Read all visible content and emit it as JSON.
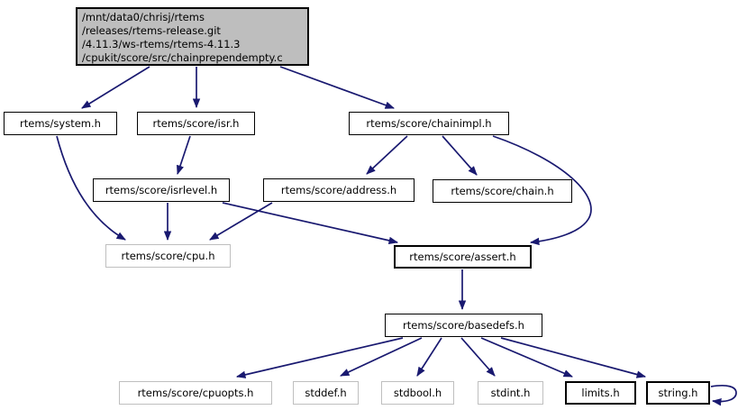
{
  "diagram": {
    "type": "include-dependency-graph",
    "colors": {
      "background": "#ffffff",
      "edge": "#191970",
      "node_border": "#000000",
      "muted_border": "#bfbfbf",
      "node_fill": "#ffffff",
      "current_fill": "#bebebe",
      "text": "#000000"
    },
    "nodes": {
      "main": {
        "label": "/mnt/data0/chrisj/rtems\n/releases/rtems-release.git\n/4.11.3/ws-rtems/rtems-4.11.3\n/cpukit/score/src/chainprependempty.c",
        "style": "current"
      },
      "system": {
        "label": "rtems/system.h",
        "style": "linked"
      },
      "isr": {
        "label": "rtems/score/isr.h",
        "style": "linked"
      },
      "chainimpl": {
        "label": "rtems/score/chainimpl.h",
        "style": "linked"
      },
      "isrlevel": {
        "label": "rtems/score/isrlevel.h",
        "style": "linked"
      },
      "address": {
        "label": "rtems/score/address.h",
        "style": "linked"
      },
      "chain": {
        "label": "rtems/score/chain.h",
        "style": "linked"
      },
      "cpu": {
        "label": "rtems/score/cpu.h",
        "style": "muted"
      },
      "assert": {
        "label": "rtems/score/assert.h",
        "style": "linked"
      },
      "basedefs": {
        "label": "rtems/score/basedefs.h",
        "style": "linked"
      },
      "cpuopts": {
        "label": "rtems/score/cpuopts.h",
        "style": "muted"
      },
      "stddef": {
        "label": "stddef.h",
        "style": "muted"
      },
      "stdbool": {
        "label": "stdbool.h",
        "style": "muted"
      },
      "stdint": {
        "label": "stdint.h",
        "style": "muted"
      },
      "limits": {
        "label": "limits.h",
        "style": "linked"
      },
      "string": {
        "label": "string.h",
        "style": "linked"
      }
    },
    "edges": [
      {
        "from": "main",
        "to": "system"
      },
      {
        "from": "main",
        "to": "isr"
      },
      {
        "from": "main",
        "to": "chainimpl"
      },
      {
        "from": "system",
        "to": "cpu"
      },
      {
        "from": "isr",
        "to": "isrlevel"
      },
      {
        "from": "chainimpl",
        "to": "address"
      },
      {
        "from": "chainimpl",
        "to": "chain"
      },
      {
        "from": "chainimpl",
        "to": "assert"
      },
      {
        "from": "isrlevel",
        "to": "cpu"
      },
      {
        "from": "isrlevel",
        "to": "assert"
      },
      {
        "from": "address",
        "to": "cpu"
      },
      {
        "from": "assert",
        "to": "basedefs"
      },
      {
        "from": "basedefs",
        "to": "cpuopts"
      },
      {
        "from": "basedefs",
        "to": "stddef"
      },
      {
        "from": "basedefs",
        "to": "stdbool"
      },
      {
        "from": "basedefs",
        "to": "stdint"
      },
      {
        "from": "basedefs",
        "to": "limits"
      },
      {
        "from": "basedefs",
        "to": "string"
      },
      {
        "from": "string",
        "to": "string"
      }
    ]
  }
}
